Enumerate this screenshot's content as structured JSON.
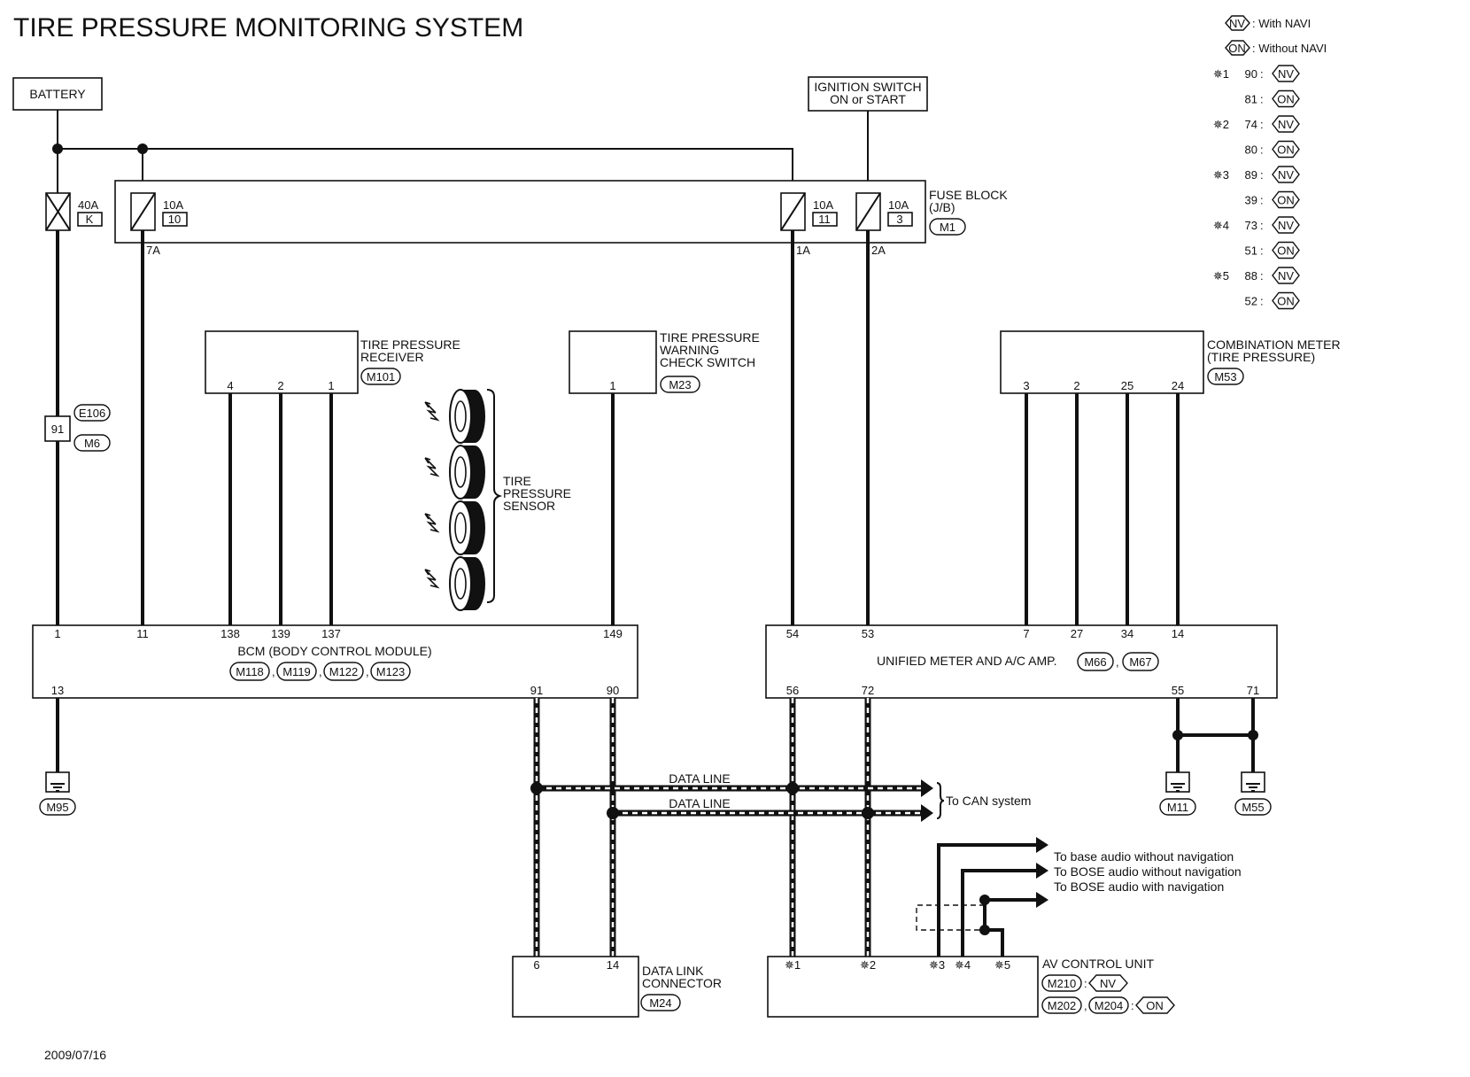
{
  "title": "TIRE PRESSURE MONITORING SYSTEM",
  "date": "2009/07/16",
  "legend": {
    "nv": "NV",
    "on": "ON",
    "with_navi": ": With NAVI",
    "without_navi": ": Without NAVI",
    "rows": [
      {
        "star": "✵1",
        "num": "90",
        "code": "NV"
      },
      {
        "star": "",
        "num": "81",
        "code": "ON"
      },
      {
        "star": "✵2",
        "num": "74",
        "code": "NV"
      },
      {
        "star": "",
        "num": "80",
        "code": "ON"
      },
      {
        "star": "✵3",
        "num": "89",
        "code": "NV"
      },
      {
        "star": "",
        "num": "39",
        "code": "ON"
      },
      {
        "star": "✵4",
        "num": "73",
        "code": "NV"
      },
      {
        "star": "",
        "num": "51",
        "code": "ON"
      },
      {
        "star": "✵5",
        "num": "88",
        "code": "NV"
      },
      {
        "star": "",
        "num": "52",
        "code": "ON"
      }
    ]
  },
  "battery": "BATTERY",
  "ignition": {
    "line1": "IGNITION SWITCH",
    "line2": "ON or START"
  },
  "fuse_block": {
    "line1": "FUSE BLOCK",
    "line2": "(J/B)",
    "connector": "M1"
  },
  "fuses": [
    {
      "amp": "40A",
      "id": "K"
    },
    {
      "amp": "10A",
      "id": "10",
      "pin": "7A"
    },
    {
      "amp": "10A",
      "id": "11",
      "pin": "1A"
    },
    {
      "amp": "10A",
      "id": "3",
      "pin": "2A"
    }
  ],
  "inline_connector": {
    "pin": "91",
    "conn1": "E106",
    "conn2": "M6"
  },
  "receiver": {
    "line1": "TIRE PRESSURE",
    "line2": "RECEIVER",
    "connector": "M101",
    "pins": [
      "4",
      "2",
      "1"
    ]
  },
  "check_switch": {
    "line1": "TIRE PRESSURE",
    "line2": "WARNING",
    "line3": "CHECK SWITCH",
    "connector": "M23",
    "pin": "1"
  },
  "combo_meter": {
    "line1": "COMBINATION METER",
    "line2": "(TIRE PRESSURE)",
    "connector": "M53",
    "pins": [
      "3",
      "2",
      "25",
      "24"
    ]
  },
  "sensor": {
    "line1": "TIRE",
    "line2": "PRESSURE",
    "line3": "SENSOR"
  },
  "bcm": {
    "name": "BCM (BODY CONTROL MODULE)",
    "connectors": [
      "M118",
      "M119",
      "M122",
      "M123"
    ],
    "top_pins": [
      "1",
      "11",
      "138",
      "139",
      "137",
      "149"
    ],
    "bottom_pins": [
      "13",
      "91",
      "90"
    ]
  },
  "unified": {
    "name": "UNIFIED METER AND A/C AMP.",
    "connectors": [
      "M66",
      "M67"
    ],
    "top_pins": [
      "54",
      "53",
      "7",
      "27",
      "34",
      "14"
    ],
    "bottom_pins": [
      "56",
      "72",
      "55",
      "71"
    ]
  },
  "grounds": [
    "M95",
    "M11",
    "M55"
  ],
  "data_line": "DATA LINE",
  "can_label": "To CAN system",
  "audio": {
    "line1": "To base audio without navigation",
    "line2": "To BOSE audio without navigation",
    "line3": "To BOSE audio with navigation"
  },
  "dlc": {
    "line1": "DATA LINK",
    "line2": "CONNECTOR",
    "connector": "M24",
    "pins": [
      "6",
      "14"
    ]
  },
  "av": {
    "name": "AV CONTROL UNIT",
    "conn_nv": "M210",
    "conn_on1": "M202",
    "conn_on2": "M204",
    "pins": [
      "✵1",
      "✵2",
      "✵3",
      "✵4",
      "✵5"
    ]
  },
  "separator": ",",
  "colon": ":"
}
